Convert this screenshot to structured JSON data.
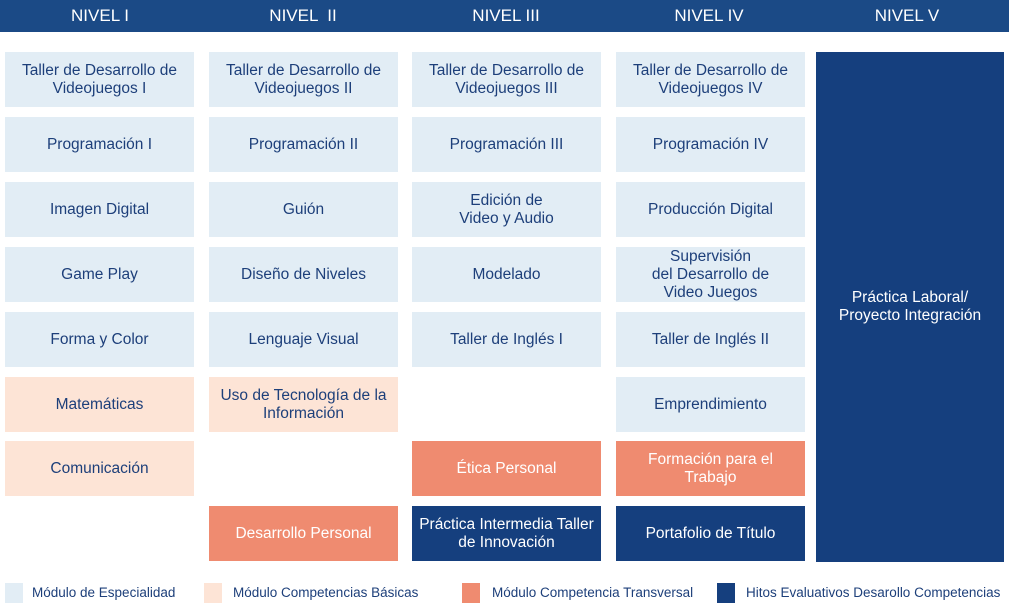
{
  "headers": [
    "NIVEL I",
    "NIVEL  II",
    "NIVEL III",
    "NIVEL IV",
    "NIVEL V"
  ],
  "col1": {
    "r1": "Taller de Desarrollo de\nVideojuegos I",
    "r2": "Programación I",
    "r3": "Imagen Digital",
    "r4": "Game Play",
    "r5": "Forma y Color",
    "r6": "Matemáticas",
    "r7": "Comunicación"
  },
  "col2": {
    "r1": "Taller de Desarrollo de\nVideojuegos II",
    "r2": "Programación II",
    "r3": "Guión",
    "r4": "Diseño de Niveles",
    "r5": "Lenguaje Visual",
    "r6": "Uso de Tecnología de la\nInformación",
    "r8": "Desarrollo Personal"
  },
  "col3": {
    "r1": "Taller de Desarrollo de\nVideojuegos III",
    "r2": "Programación III",
    "r3": "Edición de\nVideo y Audio",
    "r4": "Modelado",
    "r5": "Taller de Inglés I",
    "r7": "Ética Personal",
    "r8": "Práctica Intermedia Taller\nde Innovación"
  },
  "col4": {
    "r1": "Taller de Desarrollo de\nVideojuegos IV",
    "r2": "Programación IV",
    "r3": "Producción Digital",
    "r4": "Supervisión\ndel Desarrollo de\nVideo Juegos",
    "r5": "Taller de Inglés II",
    "r6": "Emprendimiento",
    "r7": "Formación para el\nTrabajo",
    "r8": "Portafolio de Título"
  },
  "col5": {
    "main": "Práctica Laboral/\nProyecto Integración"
  },
  "legend": {
    "especialidad": "Módulo de Especialidad",
    "basicas": "Módulo Competencias Básicas",
    "transversal": "Módulo Competencia Transversal",
    "hitos": "Hitos Evaluativos Desarollo Competencias"
  },
  "colors": {
    "header": "#1b4a86",
    "especialidad": "#e2edf5",
    "basicas": "#fde4d6",
    "transversal": "#ef8b70",
    "hitos": "#153f7e"
  }
}
